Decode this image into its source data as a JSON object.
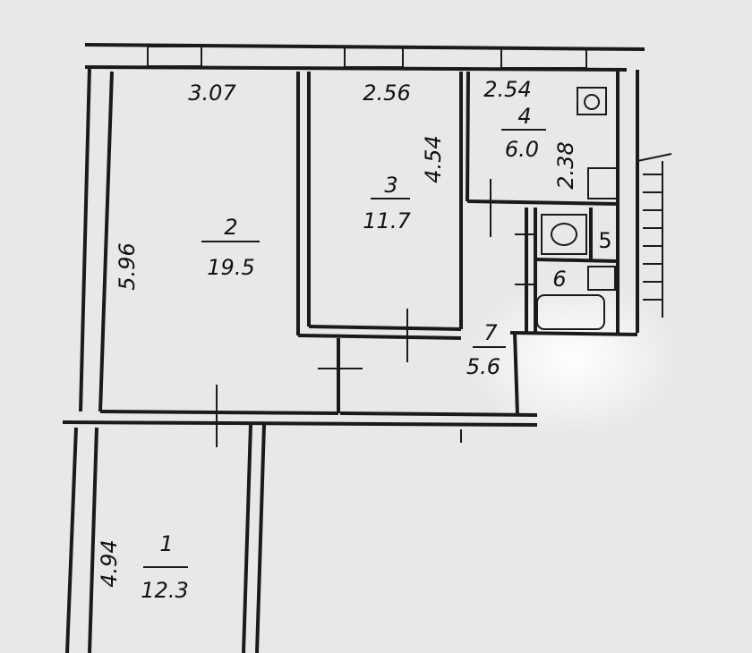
{
  "rooms": [
    {
      "number": "1",
      "area": "12.3",
      "dimension": "4.94"
    },
    {
      "number": "2",
      "area": "19.5",
      "dimension": "5.96",
      "width": "3.07"
    },
    {
      "number": "3",
      "area": "11.7",
      "dimension": "4.54",
      "width": "2.56"
    },
    {
      "number": "4",
      "area": "6.0",
      "dimension": "2.38",
      "width": "2.54"
    },
    {
      "number": "5"
    },
    {
      "number": "6"
    },
    {
      "number": "7",
      "area": "5.6"
    }
  ],
  "colors": {
    "paper": "#e8e8e6",
    "ink": "#1a1a1a"
  }
}
